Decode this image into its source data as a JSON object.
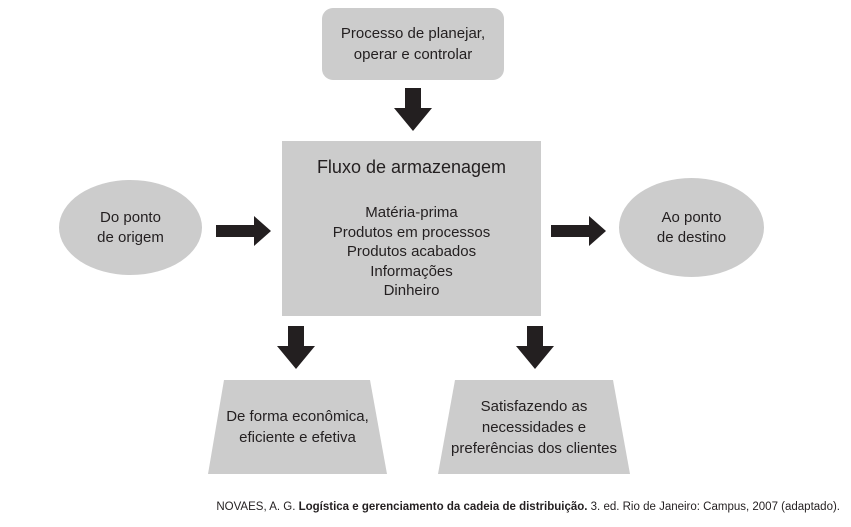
{
  "diagram": {
    "top_box": {
      "lines": [
        "Processo de planejar,",
        "operar e controlar"
      ]
    },
    "center_box": {
      "title": "Fluxo de armazenagem",
      "items": [
        "Matéria-prima",
        "Produtos em processos",
        "Produtos acabados",
        "Informações",
        "Dinheiro"
      ]
    },
    "left_ellipse": {
      "lines": [
        "Do ponto",
        "de origem"
      ]
    },
    "right_ellipse": {
      "lines": [
        "Ao ponto",
        "de destino"
      ]
    },
    "bottom_left_box": {
      "lines": [
        "De forma econômica,",
        "eficiente e efetiva"
      ]
    },
    "bottom_right_box": {
      "lines": [
        "Satisfazendo as",
        "necessidades e",
        "preferências dos clientes"
      ]
    },
    "colors": {
      "shape_fill": "#cccccc",
      "arrow": "#231f20",
      "text": "#231f20"
    }
  },
  "citation": {
    "prefix": "NOVAES, A. G. ",
    "title": "Logística e gerenciamento da cadeia de distribuição.",
    "suffix": " 3. ed. Rio de Janeiro: Campus, 2007 (adaptado)."
  }
}
